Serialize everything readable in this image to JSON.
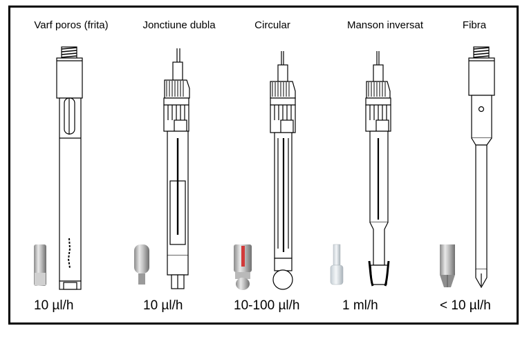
{
  "electrodes": [
    {
      "id": "frit",
      "title": "Varf poros (frita)",
      "rate": "10 µl/h"
    },
    {
      "id": "double",
      "title": "Jonctiune dubla",
      "rate": "10 µl/h"
    },
    {
      "id": "circular",
      "title": "Circular",
      "rate": "10-100 µl/h"
    },
    {
      "id": "sleeve",
      "title": "Manson inversat",
      "rate": "1 ml/h"
    },
    {
      "id": "fiber",
      "title": "Fibra",
      "rate": "< 10 µl/h"
    }
  ]
}
